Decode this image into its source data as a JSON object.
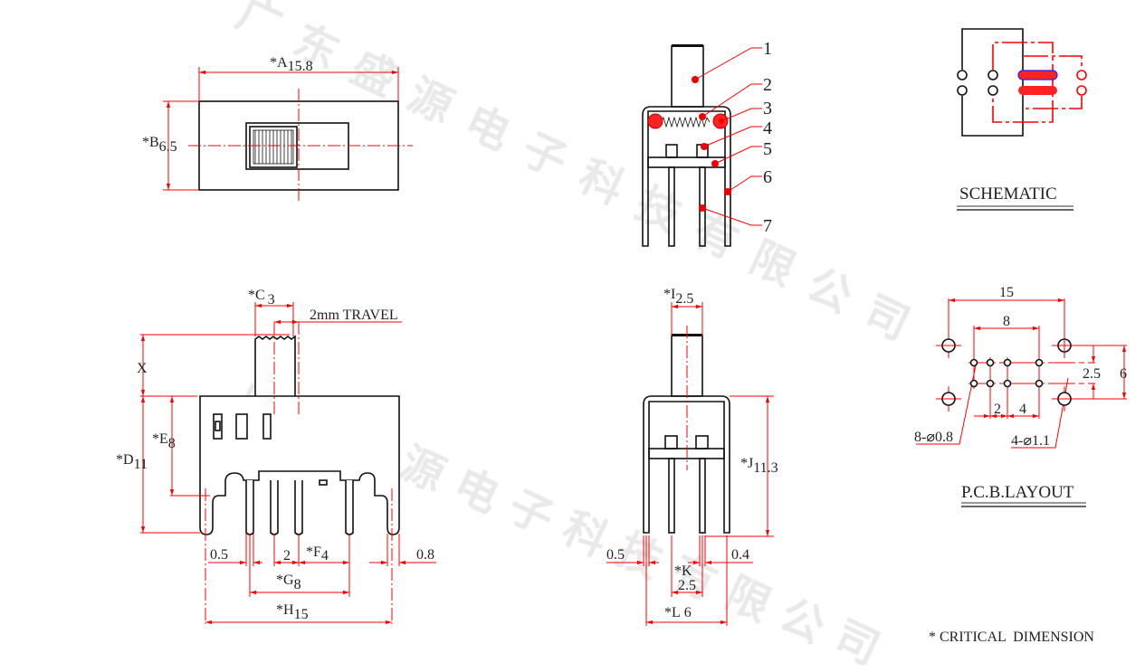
{
  "watermark": "广东盛源电子科技有限公司",
  "top_view": {
    "a_label": "*A",
    "a_value": "15.8",
    "b_label": "*B",
    "b_value": "6.5"
  },
  "front_view": {
    "c_label": "*C",
    "c_value": "3",
    "travel": "2mm TRAVEL",
    "x_label": "X",
    "d_label": "*D",
    "d_value": "11",
    "e_label": "*E",
    "e_value": "8",
    "left_gap": "0.5",
    "pitch": "2",
    "f_label": "*F",
    "f_value": "4",
    "right_gap": "0.8",
    "g_label": "*G",
    "g_value": "8",
    "h_label": "*H",
    "h_value": "15"
  },
  "section_view": {
    "callouts": [
      "1",
      "2",
      "3",
      "4",
      "5",
      "6",
      "7"
    ]
  },
  "side_view": {
    "i_label": "*I",
    "i_value": "2.5",
    "j_label": "*J",
    "j_value": "11.3",
    "left_gap": "0.5",
    "right_gap": "0.4",
    "k_label": "*K",
    "k_value": "2.5",
    "l_label": "*L",
    "l_value": "6"
  },
  "schematic": {
    "title": "SCHEMATIC"
  },
  "pcb_layout": {
    "title": "P.C.B.LAYOUT",
    "w15": "15",
    "w8": "8",
    "p2": "2",
    "p4": "4",
    "h25": "2.5",
    "h6": "6",
    "small_holes": "8-⌀0.8",
    "large_holes": "4-⌀1.1"
  },
  "footnote": "* CRITICAL  DIMENSION",
  "colors": {
    "dimension": "#ff0000",
    "outline": "#111111",
    "watermark": "#e9e9e9"
  }
}
